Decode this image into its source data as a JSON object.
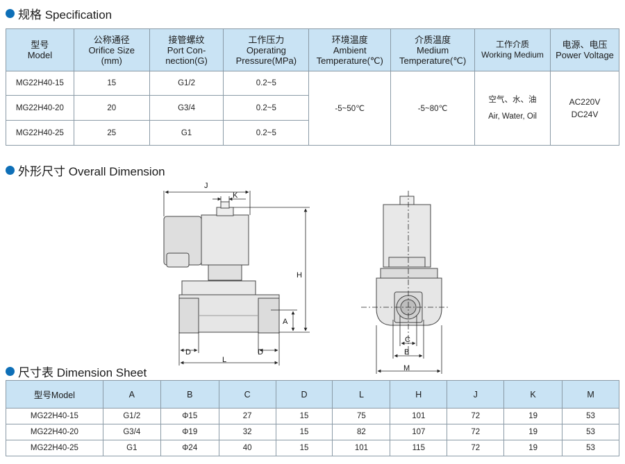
{
  "sections": {
    "spec_title": "规格 Specification",
    "dim_title": "外形尺寸 Overall Dimension",
    "sheet_title": "尺寸表 Dimension Sheet"
  },
  "spec": {
    "headers": [
      [
        "型号",
        "Model"
      ],
      [
        "公称通径",
        "Orifice Size",
        "(mm)"
      ],
      [
        "接管螺纹",
        "Port Con-",
        "nection(G)"
      ],
      [
        "工作压力",
        "Operating",
        "Pressure(MPa)"
      ],
      [
        "环境温度",
        "Ambient",
        "Temperature(℃)"
      ],
      [
        "介质温度",
        "Medium",
        "Temperature(℃)"
      ],
      [
        "工作介质",
        "Working Medium"
      ],
      [
        "电源、电压",
        "Power Voltage"
      ]
    ],
    "rows": [
      {
        "model": "MG22H40-15",
        "orifice": "15",
        "port": "G1/2",
        "pressure": "0.2~5"
      },
      {
        "model": "MG22H40-20",
        "orifice": "20",
        "port": "G3/4",
        "pressure": "0.2~5"
      },
      {
        "model": "MG22H40-25",
        "orifice": "25",
        "port": "G1",
        "pressure": "0.2~5"
      }
    ],
    "ambient": "-5~50℃",
    "medium": "-5~80℃",
    "working_medium": [
      "空气、水、油",
      "Air, Water, Oil"
    ],
    "voltage": [
      "AC220V",
      "DC24V"
    ]
  },
  "drawing_labels": {
    "j": "J",
    "k": "K",
    "h": "H",
    "a": "A",
    "d1": "D",
    "d2": "D",
    "l": "L",
    "c": "C",
    "b": "B",
    "m": "M"
  },
  "dims": {
    "headers": [
      "型号Model",
      "A",
      "B",
      "C",
      "D",
      "L",
      "H",
      "J",
      "K",
      "M"
    ],
    "rows": [
      [
        "MG22H40-15",
        "G1/2",
        "Φ15",
        "27",
        "15",
        "75",
        "101",
        "72",
        "19",
        "53"
      ],
      [
        "MG22H40-20",
        "G3/4",
        "Φ19",
        "32",
        "15",
        "82",
        "107",
        "72",
        "19",
        "53"
      ],
      [
        "MG22H40-25",
        "G1",
        "Φ24",
        "40",
        "15",
        "101",
        "115",
        "72",
        "19",
        "53"
      ]
    ]
  },
  "colors": {
    "bullet": "#0e6fb7",
    "header_bg": "#c9e3f4",
    "border": "#8a9aa6"
  }
}
